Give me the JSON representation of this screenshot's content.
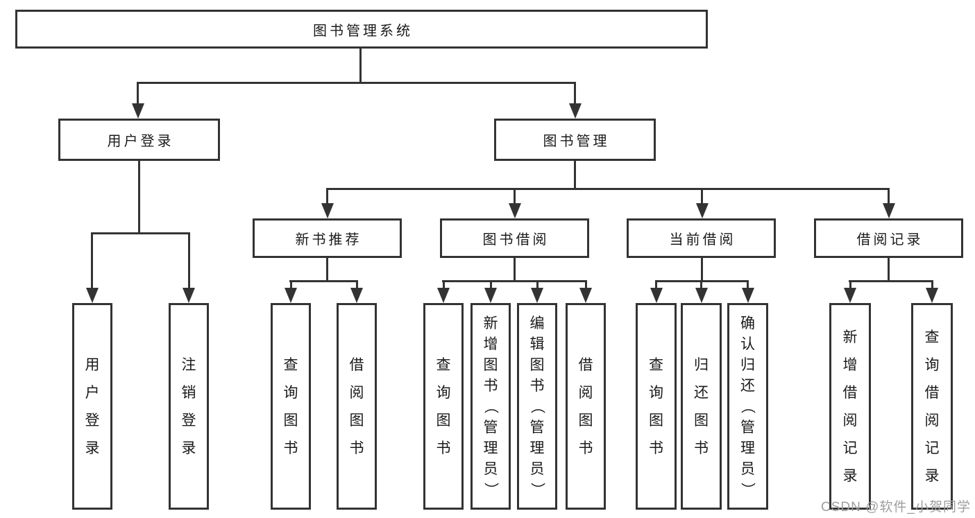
{
  "diagram": {
    "root": {
      "label": "图书管理系统"
    },
    "branches": [
      {
        "label": "用户登录",
        "children": [
          "用户登录",
          "注销登录"
        ]
      },
      {
        "label": "图书管理",
        "sections": [
          {
            "label": "新书推荐",
            "children": [
              "查询图书",
              "借阅图书"
            ]
          },
          {
            "label": "图书借阅",
            "children": [
              "查询图书",
              "新增图书（管理员）",
              "编辑图书（管理员）",
              "借阅图书"
            ]
          },
          {
            "label": "当前借阅",
            "children": [
              "查询图书",
              "归还图书",
              "确认归还（管理员）"
            ]
          },
          {
            "label": "借阅记录",
            "children": [
              "新增借阅记录",
              "查询借阅记录"
            ]
          }
        ]
      }
    ],
    "colors": {
      "line": "#333333",
      "text": "#1a1a1a",
      "background": "#ffffff",
      "watermark_text": "#9e9e9e"
    },
    "watermark": {
      "text": "CSDN @软件_小贺同学"
    }
  }
}
